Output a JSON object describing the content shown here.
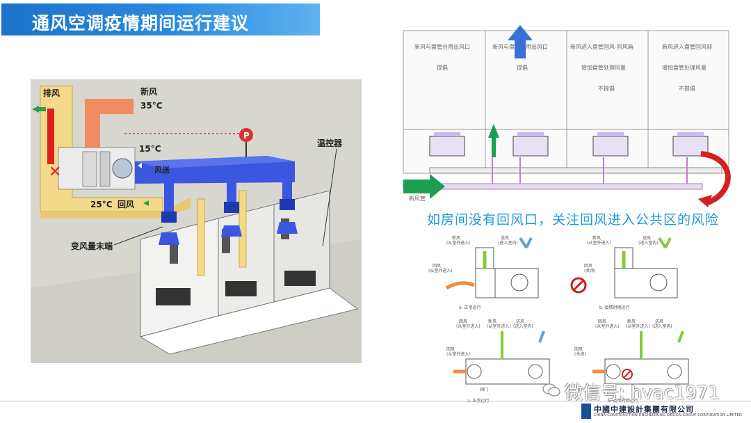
{
  "header": {
    "title": "通风空调疫情期间运行建议"
  },
  "left_diagram": {
    "exhaust_label": "排风",
    "fresh_air_label": "新风",
    "fresh_air_temp": "35°C",
    "supply_temp": "15°C",
    "supply_label": "风送",
    "return_temp": "25°C",
    "return_label": "回风",
    "thermostat_label": "温控器",
    "vav_label": "变风量末端",
    "pressure_badge": "P"
  },
  "right_top": {
    "rooms": [
      {
        "line1": "新风与盘管合用出风口",
        "line2": "提倡"
      },
      {
        "line1": "新风与盘管合用出风口",
        "line2": "提倡"
      },
      {
        "line1": "新风进入盘管回风-回风箱",
        "line2": "增加盘管处理风量",
        "line3": "不提倡"
      },
      {
        "line1": "新风进入盘管回风部",
        "line2": "增加盘管处理风量",
        "line3": "不提倡"
      }
    ],
    "pipe_label": "新风管"
  },
  "caption": "如房间没有回风口，关注回风进入公共区的风险",
  "mini_diagrams": [
    {
      "tag_fresh": "新风",
      "tag_fresh_sub": "(从室外进入)",
      "tag_supply": "送风",
      "tag_supply_sub": "(进入室内)",
      "tag_return": "回风",
      "tag_return_sub": "(从室外进入)",
      "caption": "a. 正常运行"
    },
    {
      "tag_fresh": "新风",
      "tag_fresh_sub": "(从室外进入)",
      "tag_supply": "送风",
      "tag_supply_sub": "(进入室内)",
      "tag_return": "回风",
      "tag_return_sub": "(关闭)",
      "caption": "b. 疫情时期运行"
    },
    {
      "tag_return": "回风",
      "tag_return_sub": "(从室外进入)",
      "tag_fresh": "新风",
      "tag_fresh_sub": "(从室外进入)",
      "tag_supply": "送风",
      "tag_supply_sub": "(进入室内)",
      "tag_mix": "回风",
      "tag_mix_sub": "(从室外进入)",
      "tag_valve": "阀门",
      "caption": "a. 正常运行"
    },
    {
      "tag_return": "回风",
      "tag_return_sub": "(从室外进入)",
      "tag_fresh": "新风",
      "tag_fresh_sub": "(从室外进入)",
      "tag_supply": "送风",
      "tag_supply_sub": "(进入室内)",
      "tag_mix": "回风",
      "tag_mix_sub": "(关闭)",
      "caption": "b. 疫情时期运行"
    }
  ],
  "watermark": "微信号: hvac1971",
  "footer": {
    "company": "中國中建設計集團有限公司",
    "company_en": "CHINA CONSTRUCTION ENGINEERING DESIGN GROUP CORPORATION LIMITED"
  },
  "colors": {
    "title_bg": "#1b73c8",
    "caption": "#1e9bd7",
    "duct_blue": "#3b57e0",
    "duct_yellow": "#f3d98a"
  }
}
